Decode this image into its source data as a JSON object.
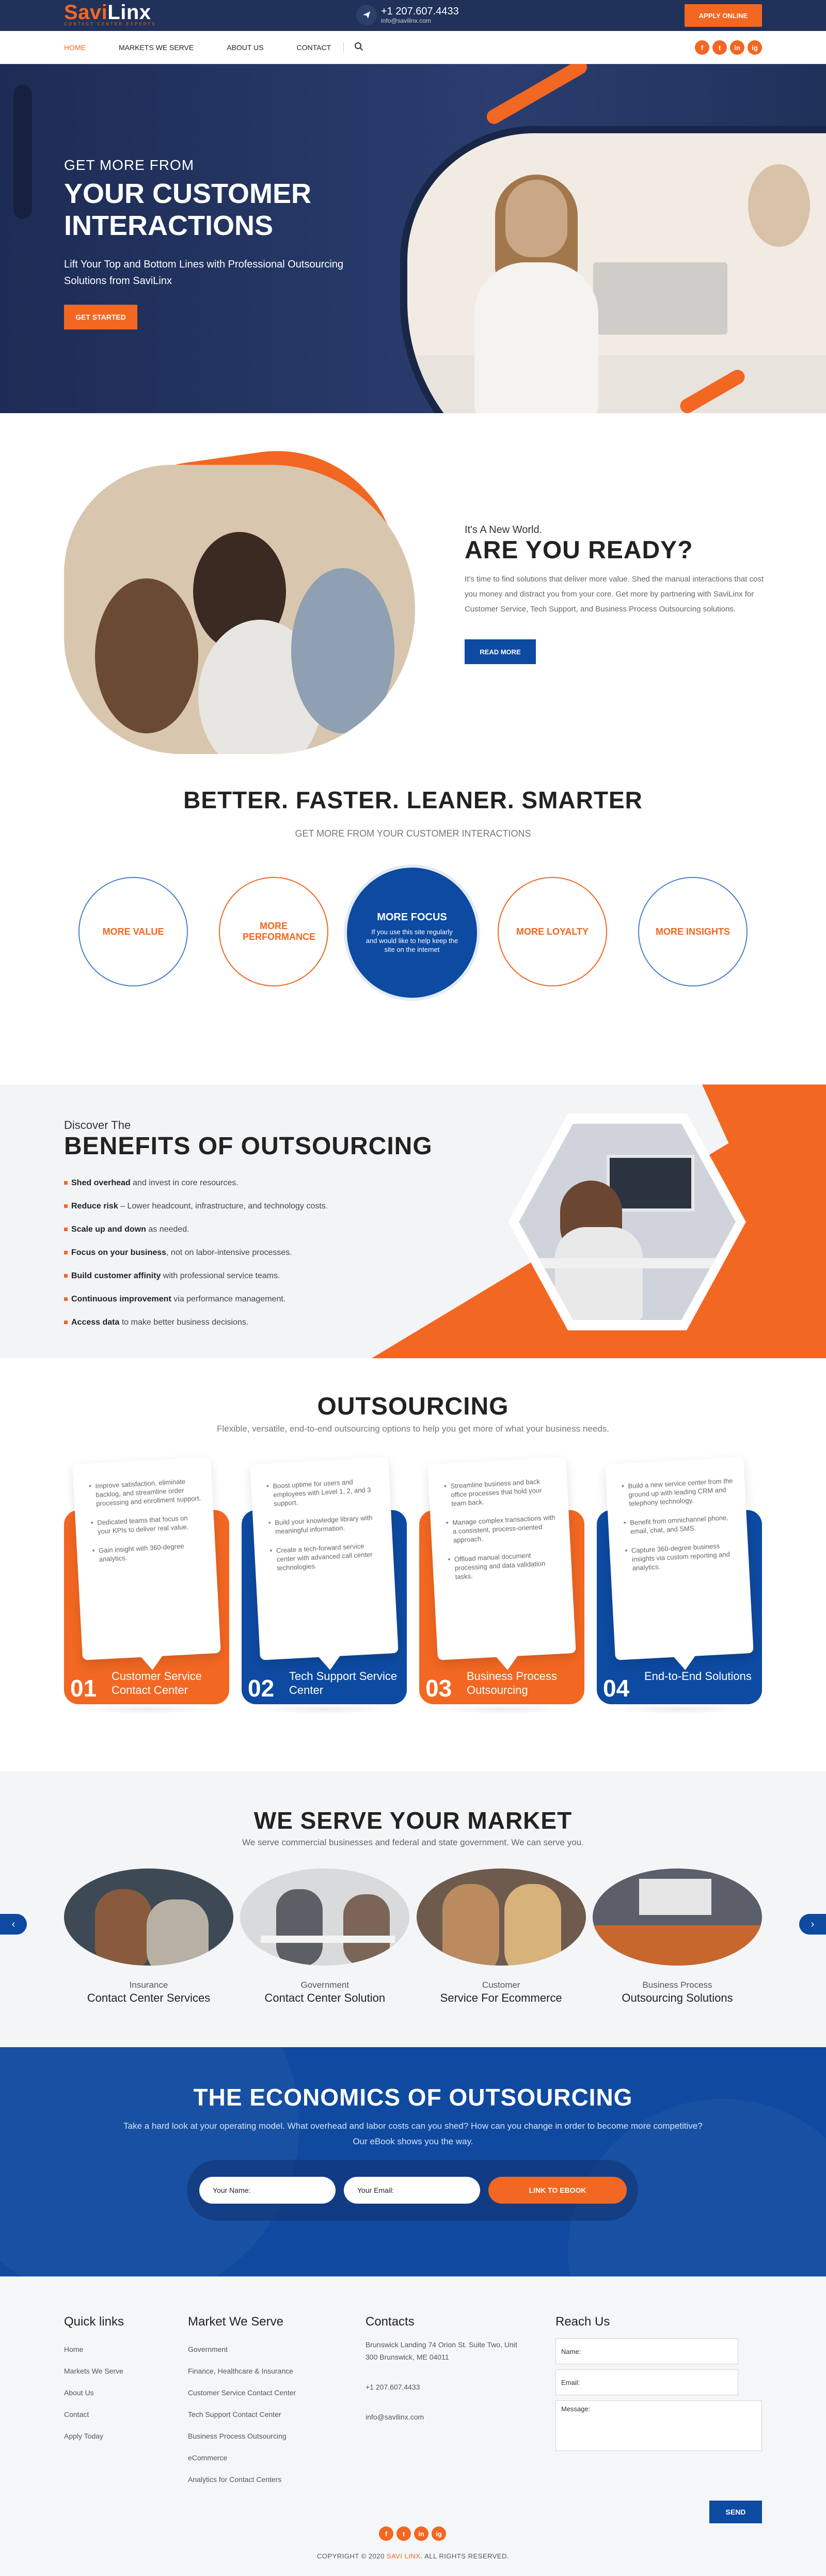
{
  "topbar": {
    "logo_savi": "Savi",
    "logo_linx": "Linx",
    "logo_tagline": "CONTACT CENTER EXPERTS",
    "phone": "+1 207.607.4433",
    "email": "info@savilinx.com",
    "apply_label": "APPLY ONLINE"
  },
  "nav": {
    "items": [
      "HOME",
      "MARKETS WE SERVE",
      "ABOUT US",
      "CONTACT"
    ],
    "active": "HOME"
  },
  "socials": [
    "f",
    "t",
    "in",
    "ig"
  ],
  "hero": {
    "kicker": "GET MORE FROM",
    "title_line1": "YOUR CUSTOMER",
    "title_line2": "INTERACTIONS",
    "subtitle": "Lift Your Top and Bottom Lines with Professional Outsourcing Solutions from SaviLinx",
    "cta": "GET STARTED"
  },
  "ready": {
    "kicker": "It's A New World.",
    "title": "ARE YOU READY?",
    "body": "It's time to find solutions that deliver more value. Shed the manual interactions that cost you money and distract you from your core. Get more by partnering with SaviLinx for Customer Service, Tech Support, and Business Process Outsourcing solutions.",
    "cta": "READ MORE"
  },
  "better": {
    "title": "BETTER. FASTER. LEANER. SMARTER",
    "subtitle": "GET MORE FROM YOUR CUSTOMER INTERACTIONS",
    "circles": [
      "MORE VALUE",
      "MORE PERFORMANCE",
      "MORE LOYALTY",
      "MORE INSIGHTS"
    ],
    "focus_title": "MORE FOCUS",
    "focus_body": "If you use this site regularly and would like to help keep the site on the internet"
  },
  "benefits": {
    "kicker": "Discover The",
    "title": "BENEFITS OF OUTSOURCING",
    "items": [
      {
        "bold": "Shed overhead",
        "rest": " and invest in core resources."
      },
      {
        "bold": "Reduce risk",
        "rest": " – Lower headcount, infrastructure, and technology costs."
      },
      {
        "bold": "Scale up and down",
        "rest": " as needed."
      },
      {
        "bold": "Focus on your business",
        "rest": ", not on labor-intensive processes."
      },
      {
        "bold": "Build customer affinity",
        "rest": " with professional service teams."
      },
      {
        "bold": "Continuous improvement",
        "rest": " via performance management."
      },
      {
        "bold": "Access data",
        "rest": " to make better business decisions."
      }
    ]
  },
  "outsourcing": {
    "title": "OUTSOURCING",
    "subtitle": "Flexible, versatile, end-to-end outsourcing options to help you get more of what your business needs.",
    "cards": [
      {
        "num": "01",
        "title": "Customer Service Contact Center",
        "color": "#f26722",
        "bullets": [
          "Improve satisfaction, eliminate backlog, and streamline order processing and enrollment support.",
          "Dedicated teams that focus on your KPIs to deliver real value.",
          "Gain insight with 360-degree analytics."
        ]
      },
      {
        "num": "02",
        "title": "Tech Support Service Center",
        "color": "#0d4aa1",
        "bullets": [
          "Boost uptime for users and employees with Level 1, 2, and 3 support.",
          "Build your knowledge library with meaningful information.",
          "Create a tech-forward service center with advanced call center technologies."
        ]
      },
      {
        "num": "03",
        "title": "Business Process Outsourcing",
        "color": "#f26722",
        "bullets": [
          "Streamline business and back office processes that hold your team back.",
          "Manage complex transactions with a consistent, process-oriented approach.",
          "Offload manual document processing and data validation tasks."
        ]
      },
      {
        "num": "04",
        "title": "End-to-End Solutions",
        "color": "#0d4aa1",
        "bullets": [
          "Build a new service center from the ground up with leading CRM and telephony technology.",
          "Benefit from omnichannel phone, email, chat, and SMS.",
          "Capture 360-degree business insights via custom reporting and analytics."
        ]
      }
    ]
  },
  "market": {
    "title": "WE SERVE YOUR MARKET",
    "subtitle": "We serve commercial businesses and federal and state government. We can serve you.",
    "prev": "‹",
    "next": "›",
    "items": [
      {
        "category": "Insurance",
        "name": "Contact Center Services"
      },
      {
        "category": "Government",
        "name": "Contact Center Solution"
      },
      {
        "category": "Customer",
        "name": "Service For Ecommerce"
      },
      {
        "category": "Business Process",
        "name": "Outsourcing Solutions"
      }
    ]
  },
  "economics": {
    "title": "THE ECONOMICS OF OUTSOURCING",
    "body": "Take a hard look at your operating model. What overhead and labor costs can you shed? How can you change in order to become more competitive? Our eBook shows you the way.",
    "name_placeholder": "Your Name:",
    "email_placeholder": "Your Email:",
    "cta": "LINK TO EBOOK"
  },
  "footer": {
    "quick_title": "Quick links",
    "quick_links": [
      "Home",
      "Markets We Serve",
      "About Us",
      "Contact",
      "Apply Today"
    ],
    "market_title": "Market We Serve",
    "market_links": [
      "Government",
      "Finance, Healthcare & Insurance",
      "Customer Service Contact Center",
      "Tech Support Contact Center",
      "Business Process Outsourcing",
      "eCommerce",
      "Analytics for Contact Centers"
    ],
    "contacts_title": "Contacts",
    "address": "Brunswick Landing 74 Orion St. Suite Two, Unit 300 Brunswick, ME 04011",
    "phone": "+1 207.607.4433",
    "email": "info@savilinx.com",
    "reach_title": "Reach Us",
    "name_placeholder": "Name:",
    "email_placeholder": "Email:",
    "message_placeholder": "Message:",
    "send": "SEND",
    "copyright_pre": "COPYRIGHT © 2020",
    "copyright_brand": "SAVI LINX",
    "copyright_post": ". ALL RIGHTS RESERVED."
  },
  "colors": {
    "brand_orange": "#f26722",
    "brand_blue": "#0d4aa1",
    "navy": "#20315a"
  }
}
